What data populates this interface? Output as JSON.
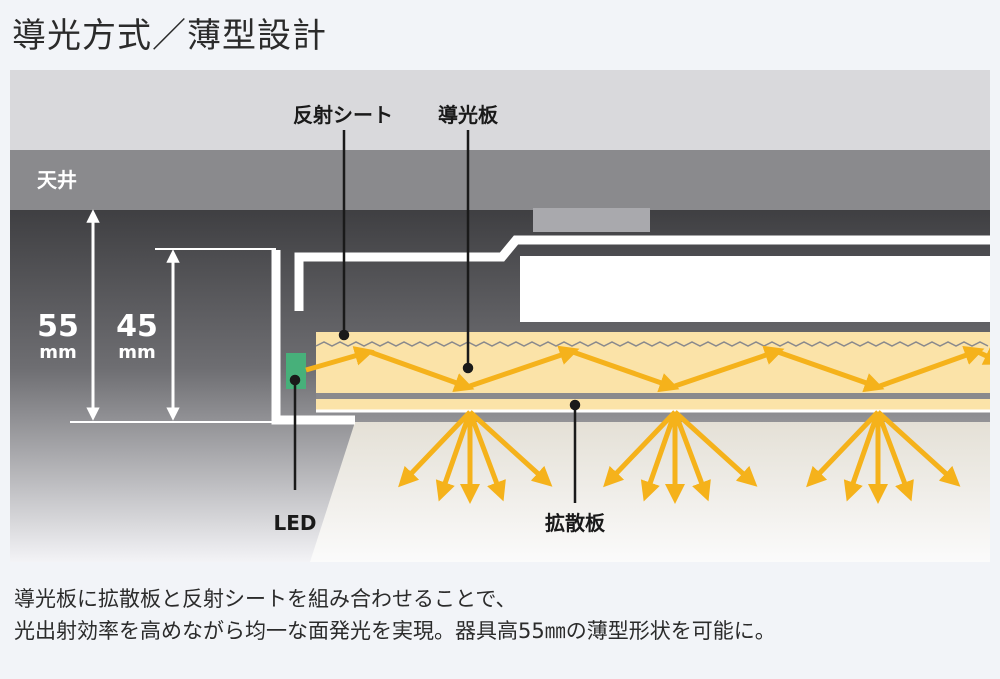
{
  "title": "導光方式／薄型設計",
  "labels": {
    "ceiling": "天井",
    "reflect_sheet": "反射シート",
    "light_guide": "導光板",
    "led": "LED",
    "diffuser": "拡散板",
    "height_55": "55",
    "height_45": "45",
    "unit_mm": "mm"
  },
  "caption": {
    "line1": "導光板に拡散板と反射シートを組み合わせることで、",
    "line2": "光出射効率を高めながら均一な面発光を実現。器具高55㎜の薄型形状を可能に。"
  },
  "colors": {
    "light_arrow": "#f5b21b",
    "guide_plate": "#fbe3a8",
    "ceiling_dark": "#58585b",
    "ceiling_light": "#d9d9dc",
    "led": "#47b07a"
  }
}
